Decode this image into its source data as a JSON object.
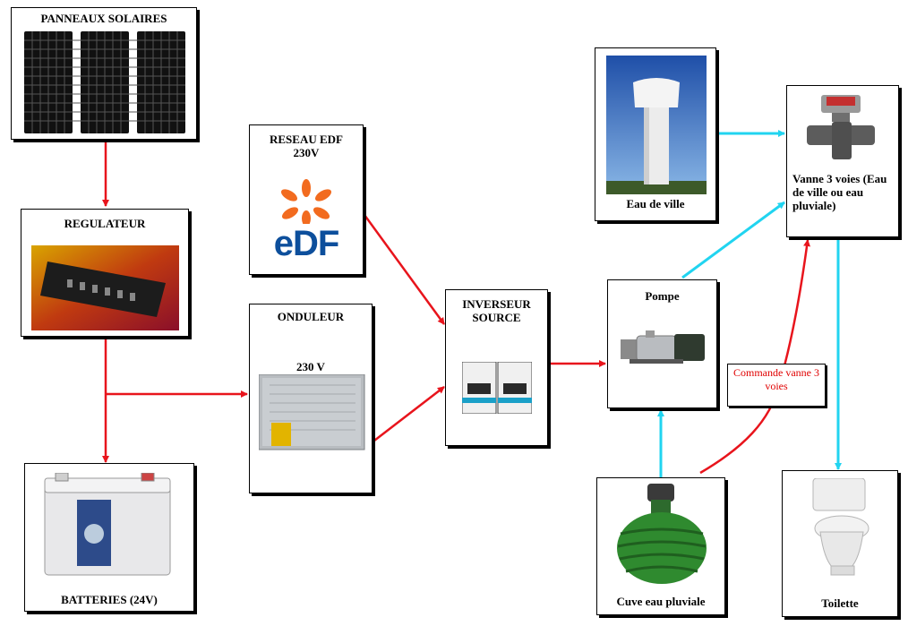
{
  "nodes": {
    "panneaux": "PANNEAUX SOLAIRES",
    "regulateur": "REGULATEUR",
    "batteries": "BATTERIES (24V)",
    "reseau_edf": "RESEAU EDF 230V",
    "edf_logo": "eDF",
    "onduleur": "ONDULEUR",
    "onduleur_volt": "230 V",
    "inverseur": "INVERSEUR SOURCE",
    "pompe": "Pompe",
    "eau_ville": "Eau de ville",
    "vanne": "Vanne 3 voies (Eau de ville ou eau pluviale)",
    "cuve": "Cuve eau pluviale",
    "toilette": "Toilette"
  },
  "commande": "Commande vanne 3 voies",
  "colors": {
    "power": "#e8141c",
    "water": "#21d4f0"
  }
}
